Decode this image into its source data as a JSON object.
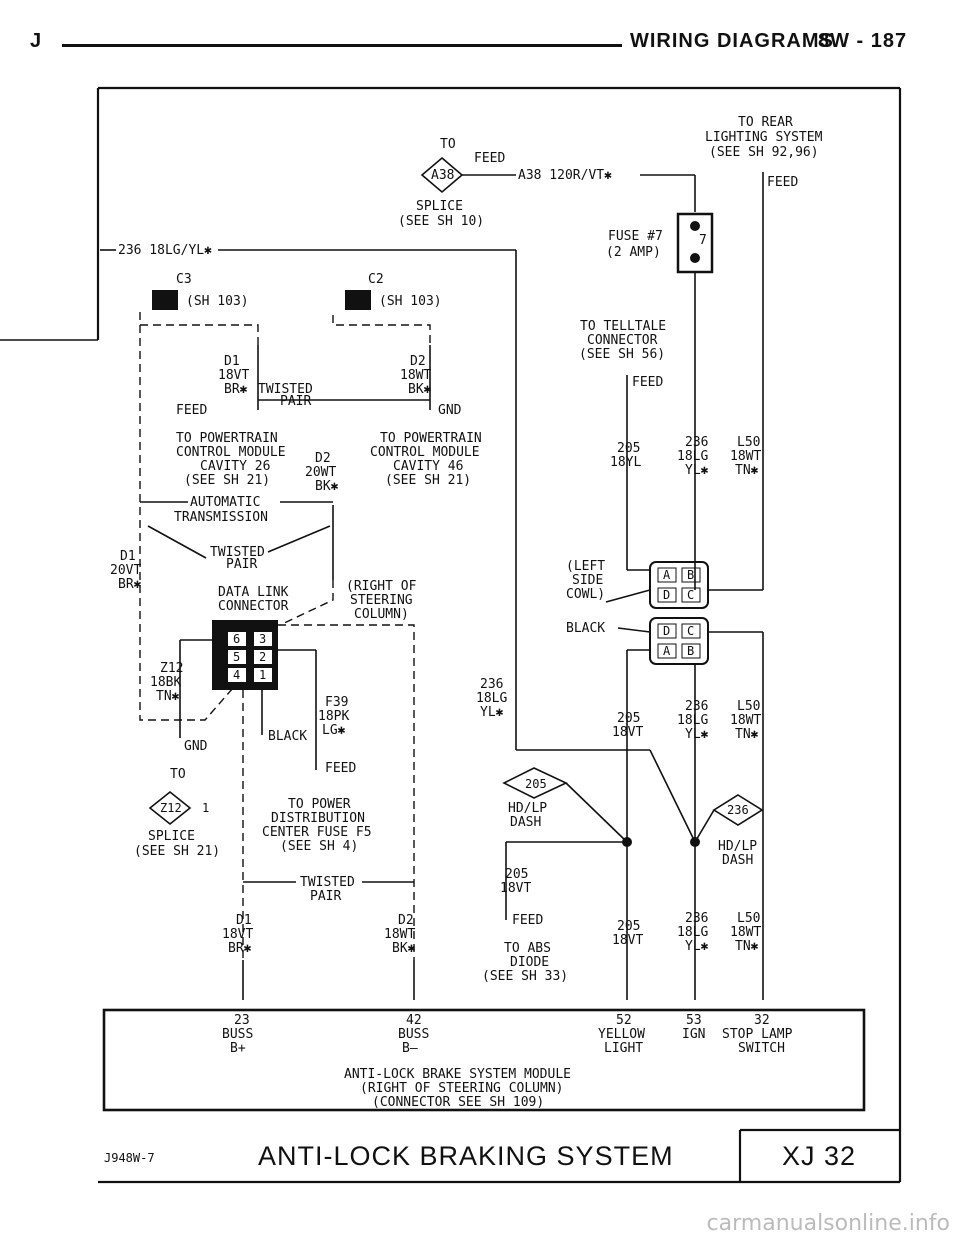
{
  "header": {
    "left_letter": "J",
    "title": "WIRING DIAGRAMS",
    "page": "8W - 187"
  },
  "diagram": {
    "top_right": {
      "line1": "TO REAR",
      "line2": "LIGHTING SYSTEM",
      "line3": "(SEE SH 92,96)",
      "feed": "FEED"
    },
    "splice_top": {
      "to": "TO",
      "feed": "FEED",
      "a38": "A38",
      "wire": "A38 120R/VT✱",
      "splice": "SPLICE",
      "see": "(SEE SH 10)"
    },
    "fuse": {
      "name": "FUSE #7",
      "rating": "(2 AMP)",
      "number": "7"
    },
    "wire_236_top": "236 18LG/YL✱",
    "c3": {
      "label": "C3",
      "sheet": "(SH 103)"
    },
    "c2": {
      "label": "C2",
      "sheet": "(SH 103)"
    },
    "telltale": {
      "line1": "TO TELLTALE",
      "line2": "CONNECTOR",
      "line3": "(SEE SH 56)",
      "feed": "FEED"
    },
    "d1_top": {
      "a": "D1",
      "b": "18VT",
      "c": "BR✱"
    },
    "d2_top": {
      "a": "D2",
      "b": "18WT",
      "c": "BK✱"
    },
    "twisted_pair_1": {
      "a": "TWISTED",
      "b": "PAIR"
    },
    "feed_left": "FEED",
    "gnd_right": "GND",
    "pcm_left": {
      "l1": "TO POWERTRAIN",
      "l2": "CONTROL MODULE",
      "l3": "CAVITY 26",
      "l4": "(SEE SH 21)"
    },
    "pcm_right": {
      "l1": "TO POWERTRAIN",
      "l2": "CONTROL MODULE",
      "l3": "CAVITY 46",
      "l4": "(SEE SH 21)"
    },
    "d2_mid": {
      "a": "D2",
      "b": "20WT",
      "c": "BK✱"
    },
    "automatic": {
      "a": "AUTOMATIC",
      "b": "TRANSMISSION"
    },
    "twisted_pair_2": {
      "a": "TWISTED",
      "b": "PAIR"
    },
    "d1_mid": {
      "a": "D1",
      "b": "20VT",
      "c": "BR✱"
    },
    "data_link": {
      "a": "DATA LINK",
      "b": "CONNECTOR"
    },
    "right_of_steering": {
      "a": "(RIGHT OF",
      "b": "STEERING",
      "c": "COLUMN)"
    },
    "dlc_pins": [
      "6",
      "3",
      "5",
      "2",
      "4",
      "1"
    ],
    "z12": {
      "a": "Z12",
      "b": "18BK",
      "c": "TN✱"
    },
    "gnd_left": "GND",
    "to_left": "TO",
    "z12_splice": {
      "tag": "Z12",
      "pin": "1",
      "splice": "SPLICE",
      "see": "(SEE SH 21)"
    },
    "black_label": "BLACK",
    "f39": {
      "a": "F39",
      "b": "18PK",
      "c": "LG✱",
      "feed": "FEED"
    },
    "pdc": {
      "l1": "TO POWER",
      "l2": "DISTRIBUTION",
      "l3": "CENTER FUSE F5",
      "l4": "(SEE SH 4)"
    },
    "twisted_pair_3": {
      "a": "TWISTED",
      "b": "PAIR"
    },
    "d1_bot": {
      "a": "D1",
      "b": "18VT",
      "c": "BR✱"
    },
    "d2_bot": {
      "a": "D2",
      "b": "18WT",
      "c": "BK✱"
    },
    "left_cowl": {
      "a": "(LEFT",
      "b": "SIDE",
      "c": "COWL)",
      "black": "BLACK"
    },
    "cowl_pins_top": [
      "A",
      "B",
      "D",
      "C"
    ],
    "cowl_pins_bot": [
      "D",
      "C",
      "A",
      "B"
    ],
    "w205_top": {
      "a": "205",
      "b": "18YL"
    },
    "w236_top": {
      "a": "236",
      "b": "18LG",
      "c": "YL✱"
    },
    "l50_top": {
      "a": "L50",
      "b": "18WT",
      "c": "TN✱"
    },
    "w236_mid_left": {
      "a": "236",
      "b": "18LG",
      "c": "YL✱"
    },
    "w205_mid": {
      "a": "205",
      "b": "18VT"
    },
    "w236_mid": {
      "a": "236",
      "b": "18LG",
      "c": "YL✱"
    },
    "l50_mid": {
      "a": "L50",
      "b": "18WT",
      "c": "TN✱"
    },
    "splice_205": {
      "tag": "205",
      "a": "HD/LP",
      "b": "DASH"
    },
    "splice_236": {
      "tag": "236",
      "a": "HD/LP",
      "b": "DASH"
    },
    "w205_lower": {
      "a": "205",
      "b": "18VT",
      "feed": "FEED"
    },
    "abs_diode": {
      "a": "TO ABS",
      "b": "DIODE",
      "c": "(SEE SH 33)"
    },
    "w205_bot": {
      "a": "205",
      "b": "18VT"
    },
    "w236_bot": {
      "a": "236",
      "b": "18LG",
      "c": "YL✱"
    },
    "l50_bot": {
      "a": "L50",
      "b": "18WT",
      "c": "TN✱"
    },
    "module_pins": [
      {
        "pin": "23",
        "l1": "BUSS",
        "l2": "B+"
      },
      {
        "pin": "42",
        "l1": "BUSS",
        "l2": "B—"
      },
      {
        "pin": "52",
        "l1": "YELLOW",
        "l2": "LIGHT"
      },
      {
        "pin": "53",
        "l1": "IGN",
        "l2": ""
      },
      {
        "pin": "32",
        "l1": "STOP LAMP",
        "l2": "SWITCH"
      }
    ],
    "module": {
      "l1": "ANTI-LOCK BRAKE SYSTEM MODULE",
      "l2": "(RIGHT OF STEERING COLUMN)",
      "l3": "(CONNECTOR SEE SH 109)"
    }
  },
  "title_block": {
    "code": "J948W-7",
    "title": "ANTI-LOCK BRAKING SYSTEM",
    "sheet": "XJ 32"
  },
  "watermark": "carmanualsonline.info"
}
